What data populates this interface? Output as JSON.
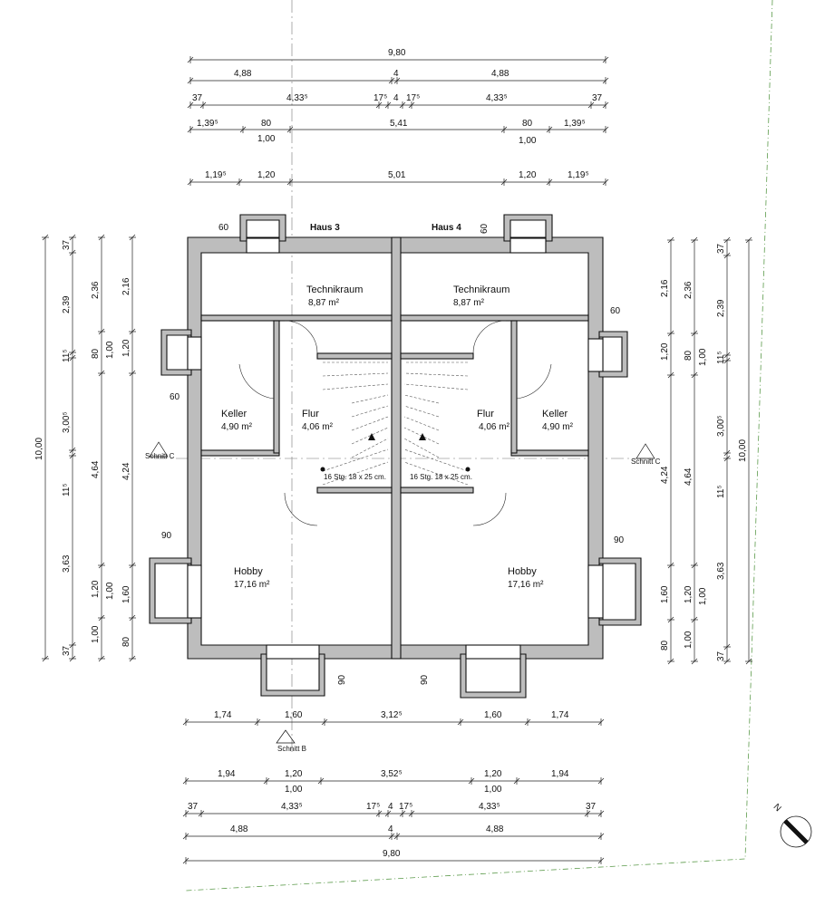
{
  "houses": {
    "left": "Haus 3",
    "right": "Haus 4"
  },
  "rooms": {
    "technik_name": "Technikraum",
    "technik_area": "8,87 m²",
    "keller_name": "Keller",
    "keller_area": "4,90 m²",
    "flur_name": "Flur",
    "flur_area": "4,06 m²",
    "hobby_name": "Hobby",
    "hobby_area": "17,16 m²"
  },
  "stair_label": "16 Stg. 18 x 25 cm.",
  "sections": {
    "c_left": "Schnitt C",
    "c_right": "Schnitt C",
    "b": "Schnitt B"
  },
  "dims": {
    "top_total": "9,80",
    "top_r2": [
      "4,88",
      "4",
      "4,88"
    ],
    "top_r3": [
      "37",
      "4,33⁵",
      "17⁵",
      "4",
      "17⁵",
      "4,33⁵",
      "37"
    ],
    "top_r4": [
      "1,39⁵",
      "80",
      "5,41",
      "80",
      "1,39⁵"
    ],
    "top_r4_sub": [
      "1,00",
      "1,00"
    ],
    "top_r5": [
      "1,19⁵",
      "1,20",
      "5,01",
      "1,20",
      "1,19⁵"
    ],
    "bot_r1": [
      "1,74",
      "1,60",
      "3,12⁵",
      "1,60",
      "1,74"
    ],
    "bot_r2": [
      "1,94",
      "1,20",
      "3,52⁵",
      "1,20",
      "1,94"
    ],
    "bot_r2_sub": [
      "1,00",
      "1,00"
    ],
    "bot_r3": [
      "37",
      "4,33⁵",
      "17⁵",
      "4",
      "17⁵",
      "4,33⁵",
      "37"
    ],
    "bot_r4": [
      "4,88",
      "4",
      "4,88"
    ],
    "bot_total": "9,80",
    "left_total": "10,00",
    "left_c2": [
      "37",
      "2,39",
      "11⁵",
      "3,00⁵",
      "11⁵",
      "3,63",
      "37"
    ],
    "left_c3": [
      "2,36",
      "80",
      "4,64",
      "1,20",
      "1,00"
    ],
    "left_c4": [
      "1,00",
      "1,00"
    ],
    "left_c5": [
      "2,16",
      "1,20",
      "4,24",
      "1,60",
      "80"
    ],
    "right_total": "10,00",
    "right_c2": [
      "37",
      "2,39",
      "11⁵",
      "3,00⁵",
      "11⁵",
      "3,63",
      "37"
    ],
    "right_c3": [
      "2,36",
      "80",
      "4,64",
      "1,20",
      "1,00"
    ],
    "right_c4": [
      "1,00",
      "1,00"
    ],
    "right_c5": [
      "2,16",
      "1,20",
      "4,24",
      "1,60",
      "80"
    ],
    "small": {
      "bay_top_l": "60",
      "bay_top_r": "60",
      "keller_l": "60",
      "keller_r": "60",
      "hobby_l": "90",
      "hobby_r": "90",
      "bot_bay_l": "90",
      "bot_bay_r": "90"
    }
  },
  "north": "N"
}
